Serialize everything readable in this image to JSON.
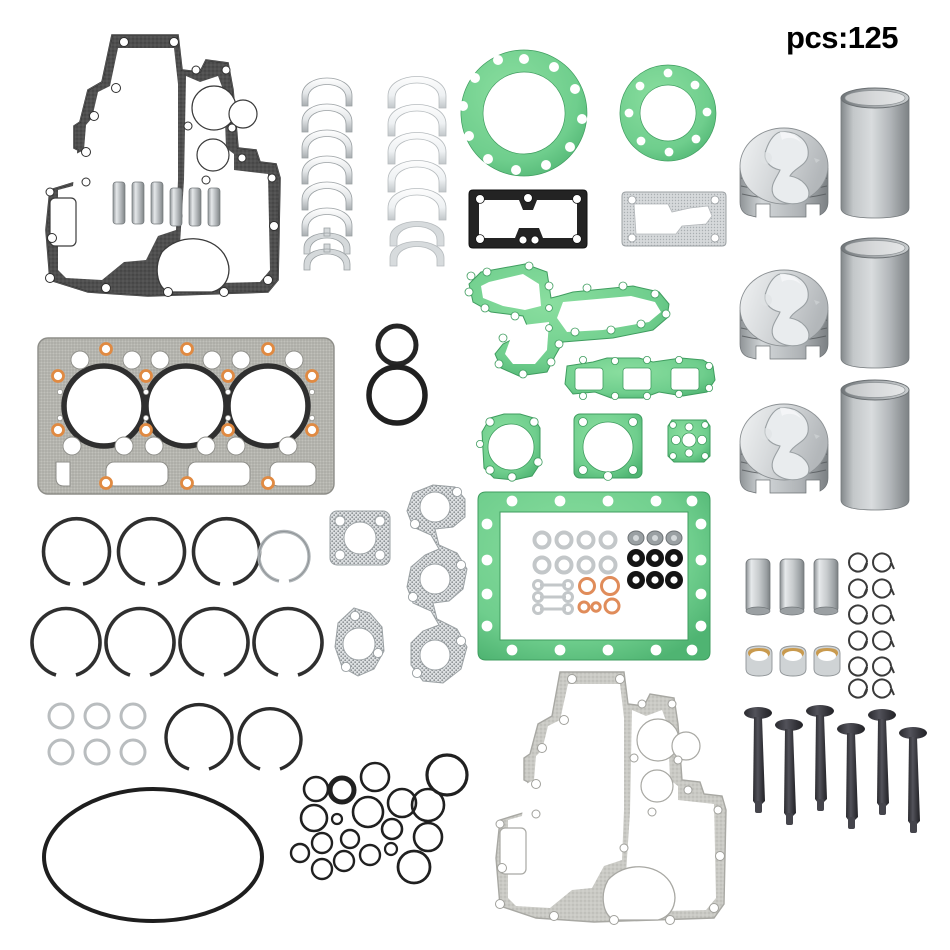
{
  "page": {
    "title": "Engine Rebuild Overhaul Gasket Kit Product Photo",
    "background_color": "#ffffff"
  },
  "badge": {
    "pieces_label": "pcs:125"
  },
  "palette": {
    "gasket_green": "#74d292",
    "gasket_green_dark": "#46ab67",
    "gasket_gray_dark": "#4c4c4c",
    "gasket_gray_light": "#c9c9c4",
    "metal_silver": "#cfd2d4",
    "metal_silver_dark": "#8e9295",
    "bronze": "#c99a4e",
    "copper_ring": "#e08c5a",
    "black_seal": "#181818",
    "orange_hole": "#e08a42",
    "valve_dark": "#3b3b3f"
  },
  "parts": [
    {
      "id": "timing-cover-gasket-dark",
      "name": "Timing Cover Gasket (dark)",
      "count": 1,
      "color": "#4c4c4c"
    },
    {
      "id": "valve-guides",
      "name": "Valve Guides",
      "count": 6,
      "color": "#cfd2d4"
    },
    {
      "id": "main-bearing-shells",
      "name": "Main Bearing Shells",
      "count": 8,
      "color": "#e2e5e7"
    },
    {
      "id": "rod-bearing-shells",
      "name": "Connecting Rod Bearing Shells",
      "count": 8,
      "color": "#eef1f3"
    },
    {
      "id": "thrust-washers",
      "name": "Thrust Washers",
      "count": 4,
      "color": "#d7dbdd"
    },
    {
      "id": "green-ring-gasket-large",
      "name": "Large Green Ring Gasket",
      "count": 1,
      "color": "#74d292"
    },
    {
      "id": "green-ring-gasket-small",
      "name": "Small Green Ring Gasket",
      "count": 1,
      "color": "#74d292"
    },
    {
      "id": "black-rect-gasket",
      "name": "Black Rectangular Gasket",
      "count": 1,
      "color": "#2a2a2a"
    },
    {
      "id": "gray-rect-gasket",
      "name": "Gray Oil Cooler Gasket",
      "count": 1,
      "color": "#c9c9c4"
    },
    {
      "id": "pistons",
      "name": "Pistons",
      "count": 3,
      "color": "#d4d7d9"
    },
    {
      "id": "cylinder-liners",
      "name": "Cylinder Liners",
      "count": 3,
      "color": "#b9bdbf"
    },
    {
      "id": "head-gasket",
      "name": "Cylinder Head Gasket",
      "count": 1,
      "color": "#b4b4ae"
    },
    {
      "id": "o-ring-medium",
      "name": "Medium O-Rings",
      "count": 2,
      "color": "#1e1e1e"
    },
    {
      "id": "water-pump-gasket",
      "name": "Green Water Pump / Side Cover Gasket",
      "count": 1,
      "color": "#74d292"
    },
    {
      "id": "intake-manifold-gasket",
      "name": "Green Intake Manifold Gasket",
      "count": 1,
      "color": "#74d292"
    },
    {
      "id": "green-small-gaskets",
      "name": "Small Green Gaskets",
      "count": 3,
      "color": "#74d292"
    },
    {
      "id": "piston-rings-top",
      "name": "Piston Rings Row 1",
      "count": 4,
      "color": "#2f2f2f"
    },
    {
      "id": "piston-rings-bottom",
      "name": "Piston Rings Row 2",
      "count": 4,
      "color": "#2f2f2f"
    },
    {
      "id": "exhaust-gasket-square",
      "name": "Square Exhaust Gasket",
      "count": 1,
      "color": "#d3d6d8"
    },
    {
      "id": "exhaust-gasket-oval",
      "name": "Oval Exhaust Gasket",
      "count": 1,
      "color": "#d3d6d8"
    },
    {
      "id": "exhaust-manifold-gasket",
      "name": "Exhaust Manifold Gasket",
      "count": 1,
      "color": "#d3d6d8"
    },
    {
      "id": "oil-pan-gasket",
      "name": "Green Oil Pan Gasket",
      "count": 1,
      "color": "#74d292"
    },
    {
      "id": "flat-washers",
      "name": "Flat Washers",
      "count": 8,
      "color": "#dcdfe1"
    },
    {
      "id": "dog-bone-gaskets",
      "name": "Dog Bone Gaskets",
      "count": 3,
      "color": "#dcdfe1"
    },
    {
      "id": "copper-washers",
      "name": "Copper Washers",
      "count": 5,
      "color": "#e08c5a"
    },
    {
      "id": "valve-stem-seals",
      "name": "Valve Stem Seals",
      "count": 6,
      "color": "#181818"
    },
    {
      "id": "seal-caps",
      "name": "Seal Caps",
      "count": 3,
      "color": "#9aa0a3"
    },
    {
      "id": "small-rings",
      "name": "Small Retaining Rings",
      "count": 6,
      "color": "#b9bdbf"
    },
    {
      "id": "snap-rings-large",
      "name": "Large Snap Rings",
      "count": 2,
      "color": "#2f2f2f"
    },
    {
      "id": "big-oval-o-ring",
      "name": "Large Oval O-Ring",
      "count": 1,
      "color": "#1e1e1e"
    },
    {
      "id": "o-ring-cluster",
      "name": "Assorted O-Rings",
      "count": 22,
      "color": "#1e1e1e"
    },
    {
      "id": "timing-cover-gasket-light",
      "name": "Timing Cover Gasket (light)",
      "count": 1,
      "color": "#c9c9c4"
    },
    {
      "id": "piston-pins",
      "name": "Piston Pins",
      "count": 3,
      "color": "#c4c8ca"
    },
    {
      "id": "bronze-bushings",
      "name": "Bronze Bushings",
      "count": 3,
      "color": "#c99a4e"
    },
    {
      "id": "c-clips",
      "name": "C-Clips / Circlips",
      "count": 12,
      "color": "#3a3a3a"
    },
    {
      "id": "valves",
      "name": "Intake & Exhaust Valves",
      "count": 6,
      "color": "#3b3b3f"
    }
  ]
}
